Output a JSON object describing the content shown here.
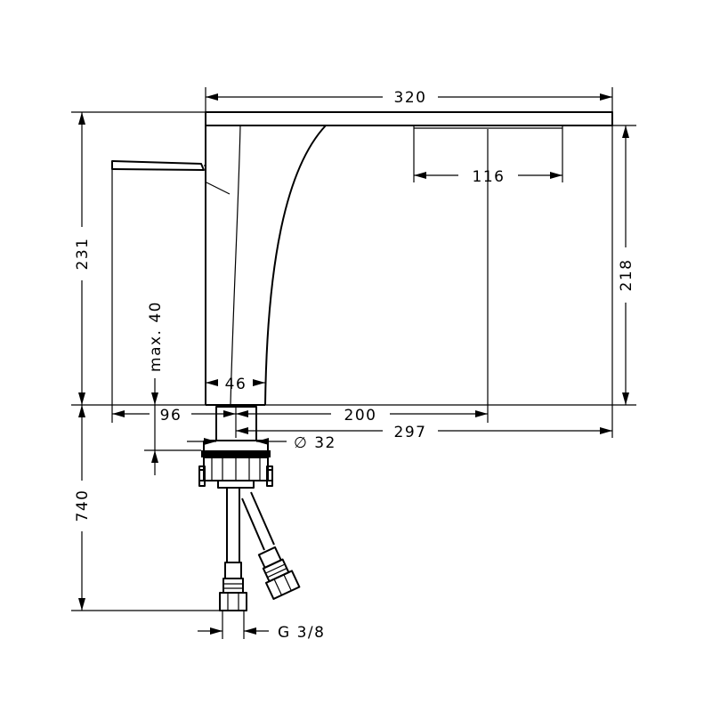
{
  "dimensions": {
    "d320": "320",
    "d116": "116",
    "d231": "231",
    "d218": "218",
    "d_max40": "max. 40",
    "d46": "46",
    "d96": "96",
    "d200": "200",
    "d297": "297",
    "d_dia32": "∅ 32",
    "d740": "740",
    "d_g38": "G 3/8"
  },
  "colors": {
    "line": "#000000",
    "background": "#ffffff"
  }
}
